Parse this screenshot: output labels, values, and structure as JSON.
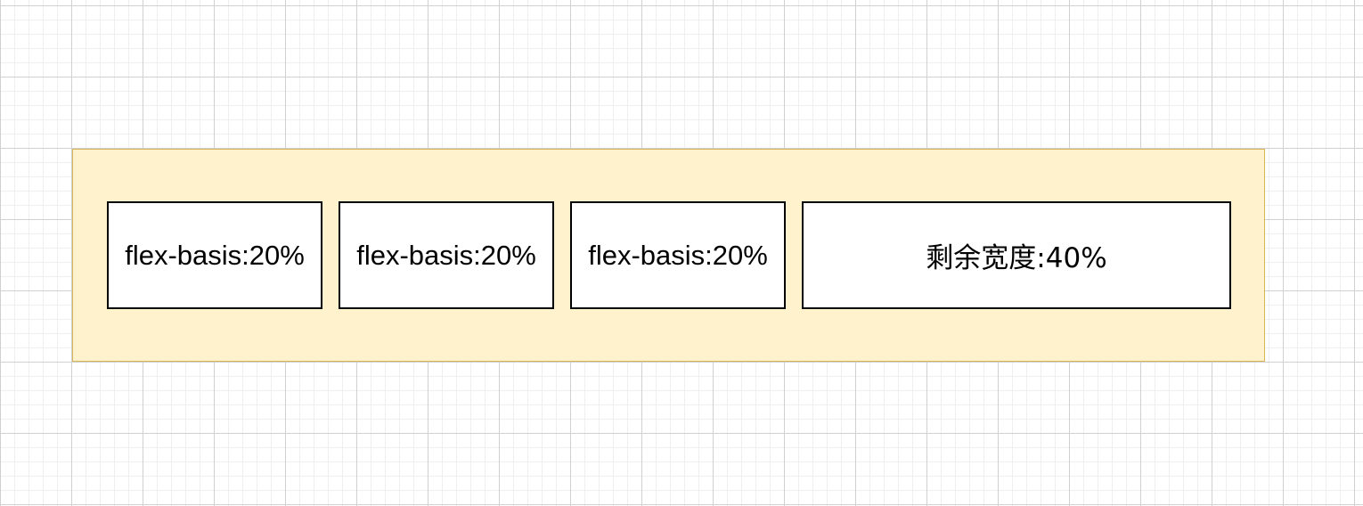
{
  "diagram": {
    "colors": {
      "container_fill": "#fff2cc",
      "container_border": "#d6b656",
      "box_fill": "#ffffff",
      "box_border": "#000000"
    },
    "items": [
      {
        "label": "flex-basis:20%"
      },
      {
        "label": "flex-basis:20%"
      },
      {
        "label": "flex-basis:20%"
      },
      {
        "label": "剩余宽度:40%"
      }
    ]
  }
}
